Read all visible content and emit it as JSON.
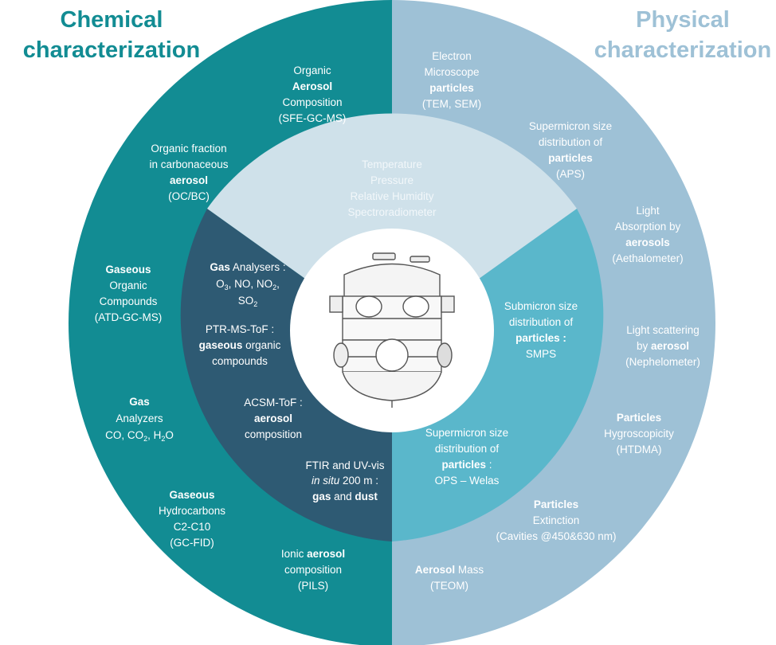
{
  "colors": {
    "chemical_outer": "#128c93",
    "chemical_inner": "#2e5a73",
    "physical_outer": "#9ec1d6",
    "physical_inner": "#5ab7cb",
    "center_top": "#cfe1ea",
    "chemical_title": "#128c93",
    "physical_title": "#9ec1d6"
  },
  "headings": {
    "chemical_line1": "Chemical",
    "chemical_line2": "characterization",
    "physical_line1": "Physical",
    "physical_line2": "characterization"
  },
  "center_top": {
    "l1": "Temperature",
    "l2": "Pressure",
    "l3": "Relative Humidity",
    "l4": "Spectroradiometer"
  },
  "chem_outer": {
    "oa_1": "Organic",
    "oa_2": "Aerosol",
    "oa_3": "Composition",
    "oa_4": "(SFE-GC-MS)",
    "oc_1": "Organic fraction",
    "oc_2": "in carbonaceous",
    "oc_3": "aerosol",
    "oc_4": "(OC/BC)",
    "go_1": "Gaseous",
    "go_2": "Organic",
    "go_3": "Compounds",
    "go_4": "(ATD-GC-MS)",
    "ga_1": "Gas",
    "ga_2": "Analyzers",
    "ga_3a": "CO, CO",
    "ga_3b": "2",
    "ga_3c": ", H",
    "ga_3d": "2",
    "ga_3e": "O",
    "gh_1": "Gaseous",
    "gh_2": "Hydrocarbons",
    "gh_3": "C2-C10",
    "gh_4": "(GC-FID)",
    "ia_1a": "Ionic ",
    "ia_1b": "aerosol",
    "ia_2": "composition",
    "ia_3": "(PILS)"
  },
  "chem_inner": {
    "gas_1a": "Gas",
    "gas_1b": " Analysers :",
    "gas_2a": "O",
    "gas_2b": "3",
    "gas_2c": ", NO, NO",
    "gas_2d": "2",
    "gas_2e": ",",
    "gas_3a": "SO",
    "gas_3b": "2",
    "ptr_1": "PTR-MS-ToF :",
    "ptr_2a": "gaseous",
    "ptr_2b": " organic",
    "ptr_3": "compounds",
    "acsm_1": "ACSM-ToF :",
    "acsm_2": "aerosol",
    "acsm_3": "composition",
    "ftir_1": "FTIR and UV-vis",
    "ftir_2a": "in situ",
    "ftir_2b": " 200 m :",
    "ftir_3a": "gas",
    "ftir_3b": " and ",
    "ftir_3c": "dust"
  },
  "phys_outer": {
    "em_1": "Electron",
    "em_2": "Microscope",
    "em_3": "particles",
    "em_4": "(TEM, SEM)",
    "aps_1": "Supermicron size",
    "aps_2": "distribution of",
    "aps_3": "particles",
    "aps_4": "(APS)",
    "la_1": "Light",
    "la_2": "Absorption by",
    "la_3": "aerosols",
    "la_4": "(Aethalometer)",
    "ls_1": "Light scattering",
    "ls_2a": "by ",
    "ls_2b": "aerosol",
    "ls_3": "(Nephelometer)",
    "ph_1": "Particles",
    "ph_2": "Hygroscopicity",
    "ph_3": "(HTDMA)",
    "pe_1": "Particles",
    "pe_2": "Extinction",
    "pe_3": "(Cavities @450&630 nm)",
    "am_1a": "Aerosol",
    "am_1b": " Mass",
    "am_2": "(TEOM)"
  },
  "phys_inner": {
    "smps_1": "Submicron size",
    "smps_2": "distribution of",
    "smps_3": "particles :",
    "smps_4": "SMPS",
    "ops_1": "Supermicron size",
    "ops_2": "distribution of",
    "ops_3a": "particles",
    "ops_3b": " :",
    "ops_4": "OPS – Welas"
  }
}
